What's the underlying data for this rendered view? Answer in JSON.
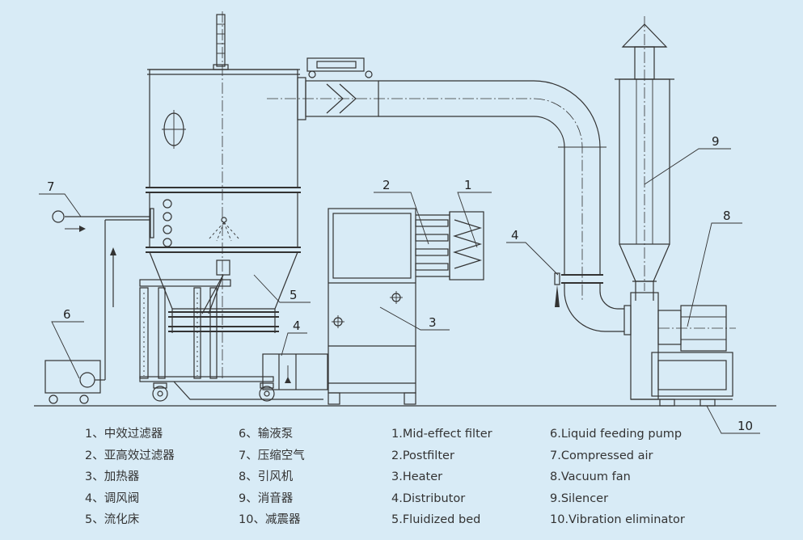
{
  "callouts": [
    "1",
    "2",
    "3",
    "4",
    "5",
    "6",
    "7",
    "8",
    "9",
    "10",
    "4"
  ],
  "legend_zh_1": [
    "1、中效过滤器",
    "2、亚高效过滤器",
    "3、加热器",
    "4、调风阀",
    "5、流化床"
  ],
  "legend_zh_2": [
    "6、输液泵",
    "7、压缩空气",
    "8、引风机",
    "9、消音器",
    "10、减震器"
  ],
  "legend_en_1": [
    "1.Mid-effect filter",
    "2.Postfilter",
    "3.Heater",
    "4.Distributor",
    "5.Fluidized bed"
  ],
  "legend_en_2": [
    "6.Liquid feeding pump",
    "7.Compressed air",
    "8.Vacuum fan",
    "9.Silencer",
    "10.Vibration eliminator"
  ],
  "colors": {
    "background": "#d8ebf6",
    "line": "#333333"
  }
}
